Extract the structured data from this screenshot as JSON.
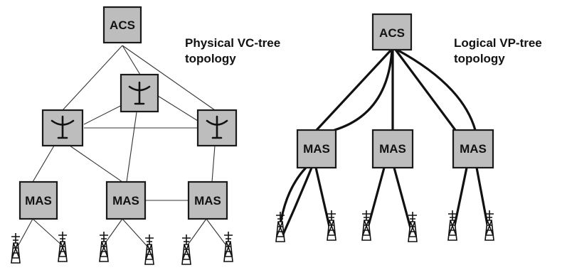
{
  "physical": {
    "caption_line1": "Physical VC-tree",
    "caption_line2": "topology",
    "acs_label": "ACS",
    "mas_labels": [
      "MAS",
      "MAS",
      "MAS"
    ]
  },
  "logical": {
    "caption_line1": "Logical VP-tree",
    "caption_line2": "topology",
    "acs_label": "ACS",
    "mas_labels": [
      "MAS",
      "MAS",
      "MAS"
    ]
  },
  "icons": {
    "switch": "atm-switch-icon",
    "antenna": "base-station-antenna-icon"
  }
}
